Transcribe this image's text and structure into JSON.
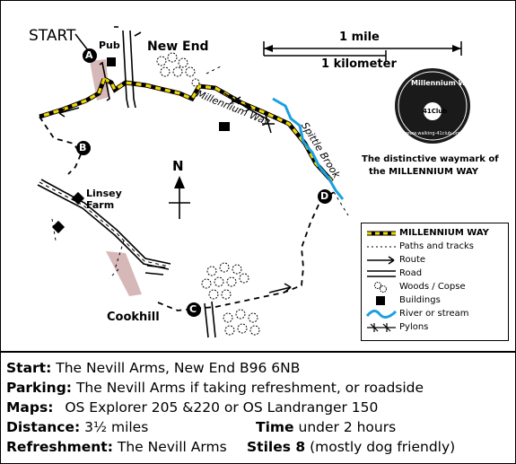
{
  "map": {
    "start_label": "START",
    "places": {
      "pub": "Pub",
      "new_end": "New End",
      "linsey_farm_1": "Linsey",
      "linsey_farm_2": "Farm",
      "cookhill": "Cookhill"
    },
    "path_labels": {
      "millennium_way": "Millennium Way",
      "spittle_brook": "Spittle Brook"
    },
    "waypoints": [
      "A",
      "B",
      "C",
      "D"
    ],
    "north_label": "N",
    "scale": {
      "mile": "1 mile",
      "kilometer": "1 kilometer"
    },
    "waymark": {
      "badge_title": "Millennium Way",
      "badge_center": "41Club",
      "badge_url": "www.walking-41club.org",
      "caption_1": "The distinctive waymark of",
      "caption_2": "the MILLENNIUM WAY"
    }
  },
  "legend": {
    "items": [
      {
        "symbol": "millennium-way",
        "label": "MILLENNIUM WAY"
      },
      {
        "symbol": "paths",
        "label": "Paths and tracks"
      },
      {
        "symbol": "route",
        "label": "Route"
      },
      {
        "symbol": "road",
        "label": "Road"
      },
      {
        "symbol": "woods",
        "label": "Woods / Copse"
      },
      {
        "symbol": "buildings",
        "label": "Buildings"
      },
      {
        "symbol": "river",
        "label": "River or stream"
      },
      {
        "symbol": "pylons",
        "label": "Pylons"
      }
    ]
  },
  "info": {
    "start_key": "Start:",
    "start_val": "The Nevill Arms, New End B96 6NB",
    "parking_key": "Parking:",
    "parking_val": "The Nevill Arms if taking refreshment, or roadside",
    "maps_key": "Maps:",
    "maps_val": "OS Explorer 205 &220 or OS Landranger 150",
    "distance_key": "Distance:",
    "distance_val": "3½ miles",
    "time_key": "Time",
    "time_val": "under 2 hours",
    "refresh_key": "Refreshment:",
    "refresh_val": "The Nevill Arms",
    "stiles_key": "Stiles 8",
    "stiles_val": "(mostly dog friendly)"
  },
  "colors": {
    "millennium_way": "#f2d600",
    "river": "#1aa0e0",
    "hedge_pink": "#d6b8b8",
    "divider": "#000000"
  }
}
